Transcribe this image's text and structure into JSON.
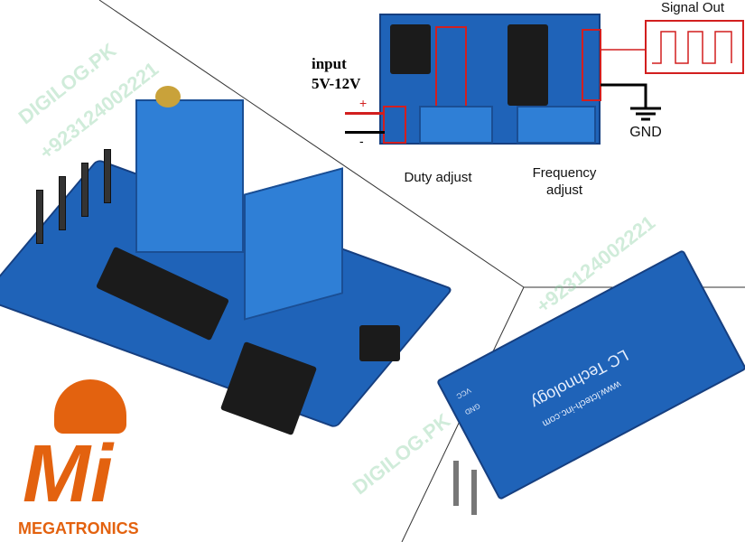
{
  "diagram": {
    "input_label": "input",
    "input_range": "5V-12V",
    "plus": "+",
    "minus": "-",
    "signal_out": "Signal Out",
    "gnd": "GND",
    "duty_adjust": "Duty adjust",
    "frequency_adjust_line1": "Frequency",
    "frequency_adjust_line2": "adjust"
  },
  "logo": {
    "brand": "MEGATRONICS",
    "mark": "Mi"
  },
  "watermarks": {
    "site": "DIGILOG.PK",
    "phone": "+923124002221"
  },
  "back_board": {
    "silkscreen": "LC Technology",
    "url": "www.lctech-inc.com",
    "pins": [
      "VCC",
      "GND"
    ]
  },
  "colors": {
    "pcb": "#1f63b8",
    "annotation": "#d21f1f",
    "logo_orange": "#e3620f"
  }
}
